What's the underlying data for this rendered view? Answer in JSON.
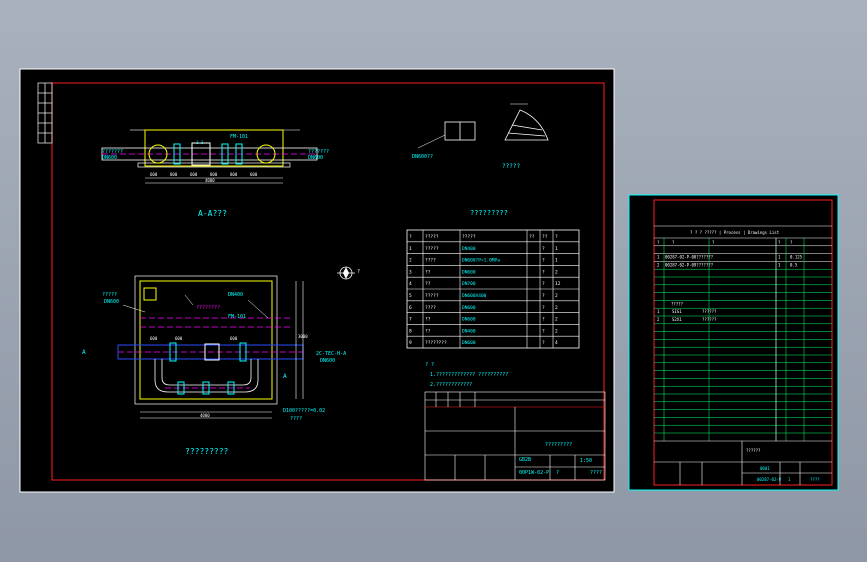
{
  "colors": {
    "canvas": "#000000",
    "frame": "#ffffff",
    "border": "#ff2020",
    "line": "#ffffff",
    "accent": "#00ffff",
    "magenta": "#ff00ff",
    "yellow": "#ffff00",
    "blue": "#2a4dff",
    "green": "#00ff66"
  },
  "sheet1": {
    "section_label": "A-A???",
    "plan_title": "?????????",
    "detail_label": "?????",
    "detail_tag": "DN600??",
    "table_title": "?????????",
    "table_headers": [
      "?",
      "?????",
      "?????",
      "??",
      "??",
      "?"
    ],
    "table_rows": [
      [
        "1",
        "?????",
        "DN400",
        "",
        "?",
        "1"
      ],
      [
        "2",
        "????",
        "DN600?P=1.0MPa",
        "",
        "?",
        "1"
      ],
      [
        "3",
        "??",
        "DN600",
        "",
        "?",
        "2"
      ],
      [
        "4",
        "??",
        "DN700",
        "",
        "?",
        "12"
      ],
      [
        "5",
        "?????",
        "DN600X400",
        "",
        "?",
        "2"
      ],
      [
        "6",
        "????",
        "DN600",
        "",
        "?",
        "2"
      ],
      [
        "7",
        "??",
        "DN600",
        "",
        "?",
        "2"
      ],
      [
        "8",
        "??",
        "DN400",
        "",
        "?",
        "2"
      ],
      [
        "9",
        "????????",
        "DN600",
        "",
        "?",
        "4"
      ]
    ],
    "notes": [
      "? ?",
      "1.?????????????  ??????????",
      "2.????????????"
    ],
    "annotations": {
      "top_left_pipe": "???????",
      "top_left_dn": "DN600",
      "top_right_pipe": "???????",
      "top_right_dn": "DN600",
      "top_fm": "FM-101",
      "plan_left": "?????",
      "plan_left_dn": "DN600",
      "plan_right_top": "DN400",
      "plan_fm": "FM-101",
      "plan_inner": "????????",
      "plan_a": "A",
      "plan_right_a": "A",
      "plan_right_label": "2C-TEC-H-A",
      "plan_right_dn": "DN600",
      "plan_bottom_note": "D100?????=0.02",
      "plan_bottom_note2": "????",
      "compass": "?"
    },
    "title_block": {
      "drawing_name": "?????????",
      "code": "GB2B",
      "number": "00P1W-02-P",
      "scale": "1:50",
      "sheet": "?",
      "company": "????"
    }
  },
  "sheet2": {
    "heading": "? ?  ?  ?????  | Process | Drawings List",
    "col_headers": [
      "?",
      "?",
      "?",
      "?",
      "?"
    ],
    "rows": [
      [
        "1",
        "00287-02-P-08???????",
        "1",
        "0.125"
      ],
      [
        "2",
        "00287-02-P-09???????",
        "1",
        "0.5"
      ]
    ],
    "sub_heading": "?????",
    "sub_rows": [
      [
        "1",
        "SIG1",
        "??????"
      ],
      [
        "2",
        "S2X1",
        "??????"
      ]
    ],
    "title_block": {
      "drawing_name": "??????",
      "number": "00287-02-P",
      "code": "0001",
      "sheet": "1",
      "company": "????"
    }
  }
}
